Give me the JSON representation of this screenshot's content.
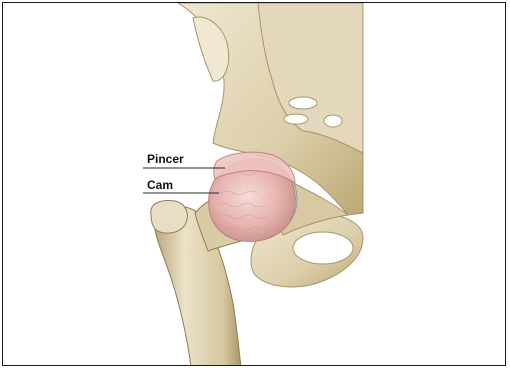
{
  "labels": {
    "pincer": "Pincer",
    "cam": "Cam"
  },
  "colors": {
    "bone": "#e6dcc2",
    "bone_shadow": "#c9b88f",
    "bone_dark": "#9c8a62",
    "cartilage": "#e8b7b4",
    "cartilage_light": "#f3d6d2",
    "capsule": "#d3dbe2",
    "leader_line": "#2a2a2a"
  },
  "icons": [
    "hip-joint-illustration"
  ]
}
